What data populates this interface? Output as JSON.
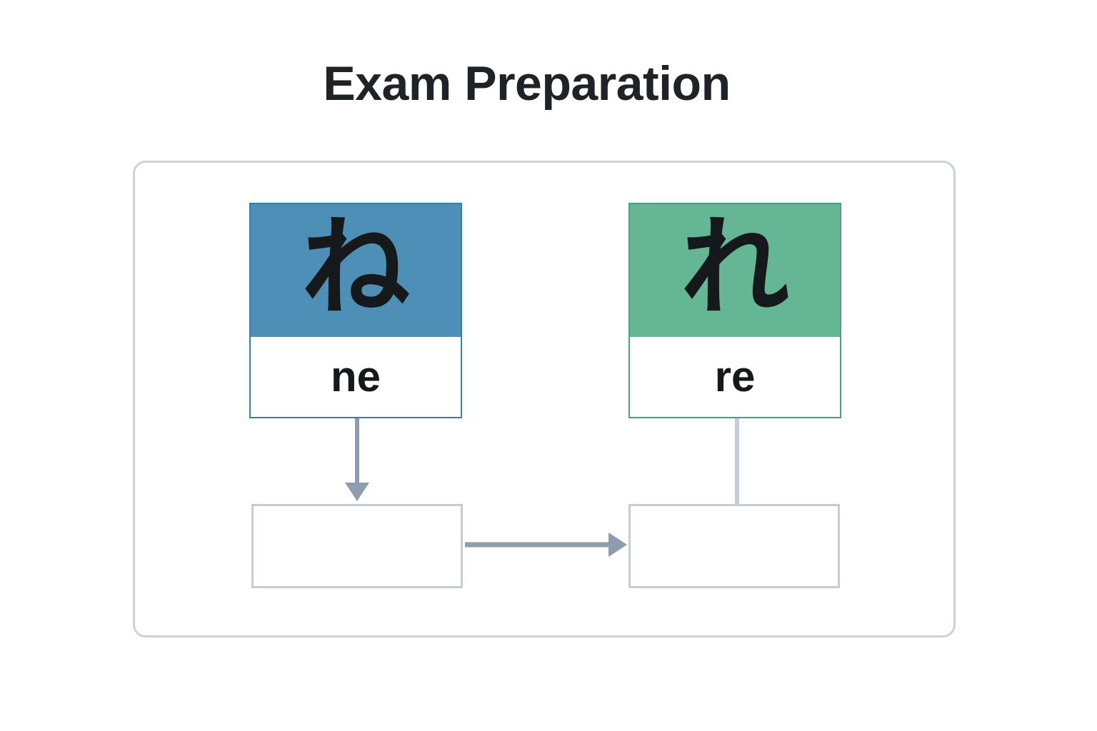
{
  "page": {
    "title": "Exam Preparation",
    "background_color": "#ffffff"
  },
  "panel": {
    "border_color": "#ccd2da",
    "background_color": "#ffffff"
  },
  "flashcards": [
    {
      "id": "ne",
      "glyph": "ね",
      "romaji": "ne",
      "fill_color": "#4e8fb8",
      "border_color": "#3b7da8"
    },
    {
      "id": "re",
      "glyph": "れ",
      "romaji": "re",
      "fill_color": "#64b694",
      "border_color": "#4aa07e"
    }
  ],
  "answer_boxes": [
    {
      "id": "left",
      "text": "",
      "border_color": "#c4ccd5",
      "fill_color": "#ffffff"
    },
    {
      "id": "right",
      "text": "",
      "border_color": "#c4ccd5",
      "fill_color": "#ffffff"
    }
  ],
  "connectors": [
    {
      "id": "ne-card-to-left-box",
      "from": "card-ne",
      "to": "answer-box-left",
      "direction": "down",
      "arrowhead": true,
      "color": "#8e9cab",
      "label": ""
    },
    {
      "id": "left-box-to-right-box",
      "from": "answer-box-left",
      "to": "answer-box-right",
      "direction": "right",
      "arrowhead": true,
      "color": "#8e9cab",
      "label": ""
    },
    {
      "id": "re-card-to-right-box",
      "from": "card-re",
      "to": "answer-box-right",
      "direction": "down",
      "arrowhead": false,
      "color": "#c4ccd5",
      "label": ""
    }
  ]
}
